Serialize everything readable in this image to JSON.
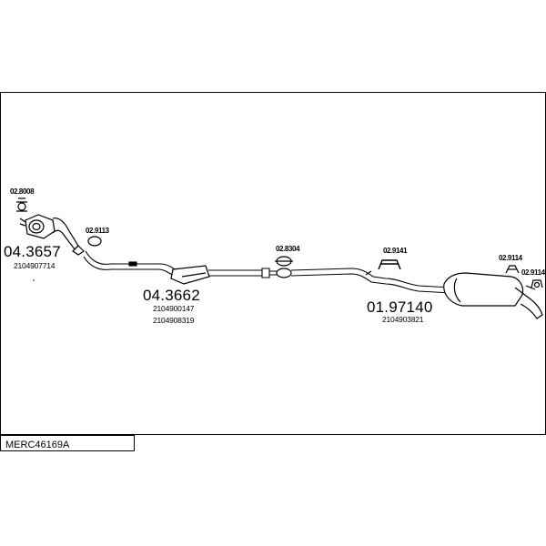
{
  "diagram_code": "MERC46169A",
  "parts": [
    {
      "number": "04.3657",
      "refs": [
        "2104907714"
      ]
    },
    {
      "number": "04.3662",
      "refs": [
        "2104900147",
        "2104908319"
      ]
    },
    {
      "number": "01.97140",
      "refs": [
        "2104903821"
      ]
    }
  ],
  "fittings": [
    "02.8008",
    "02.9113",
    "02.8304",
    "02.9141",
    "02.9114",
    "02.9114"
  ]
}
